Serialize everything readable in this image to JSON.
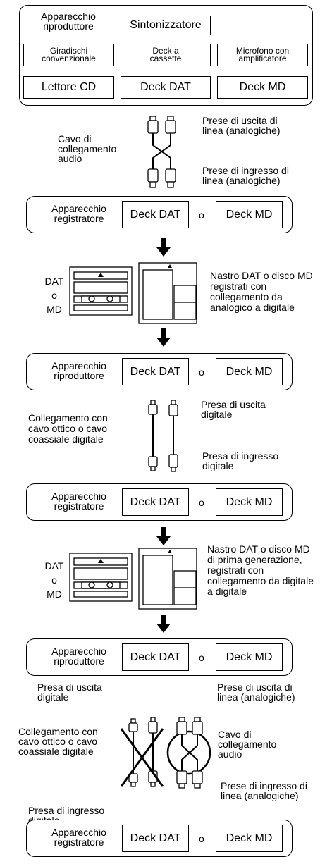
{
  "sources": {
    "playback_label": "Apparecchio riproduttore",
    "tuner": "Sintonizzatore",
    "turntable": "Giradischi convenzionale",
    "cassette": "Deck a cassette",
    "microphone": "Microfono con amplificatore",
    "cd": "Lettore CD",
    "dat": "Deck DAT",
    "md": "Deck MD"
  },
  "analog": {
    "cable_label": "Cavo di collegamento audio",
    "out_label": "Prese di uscita di linea (analogiche)",
    "in_label": "Prese di ingresso di linea (analogiche)"
  },
  "rec1": {
    "label": "Apparecchio registratore",
    "dat": "Deck DAT",
    "or": "o",
    "md": "Deck MD"
  },
  "media1": {
    "dat": "DAT",
    "or": "o",
    "md": "MD",
    "desc": "Nastro DAT o disco MD registrati con collegamento da analogico a digitale"
  },
  "play2": {
    "label": "Apparecchio riproduttore",
    "dat": "Deck DAT",
    "or": "o",
    "md": "Deck MD"
  },
  "digital": {
    "cable_label": "Collegamento con cavo ottico o cavo coassiale digitale",
    "out_label": "Presa di uscita digitale",
    "in_label": "Presa di ingresso digitale"
  },
  "rec2": {
    "label": "Apparecchio registratore",
    "dat": "Deck DAT",
    "or": "o",
    "md": "Deck MD"
  },
  "media2": {
    "dat": "DAT",
    "or": "o",
    "md": "MD",
    "desc": "Nastro DAT o disco MD di prima generazione, registrati con collegamento da digitale a digitale"
  },
  "play3": {
    "label": "Apparecchio riproduttore",
    "dat": "Deck DAT",
    "or": "o",
    "md": "Deck MD"
  },
  "final": {
    "dig_out": "Presa di uscita digitale",
    "an_out": "Prese di uscita di linea (analogiche)",
    "dig_cable": "Collegamento con cavo ottico o cavo coassiale digitale",
    "an_cable": "Cavo di collegamento audio",
    "an_in": "Prese di ingresso di linea (analogiche)",
    "dig_in": "Presa di ingresso digitale"
  },
  "rec3": {
    "label": "Apparecchio registratore",
    "dat": "Deck DAT",
    "or": "o",
    "md": "Deck MD"
  }
}
